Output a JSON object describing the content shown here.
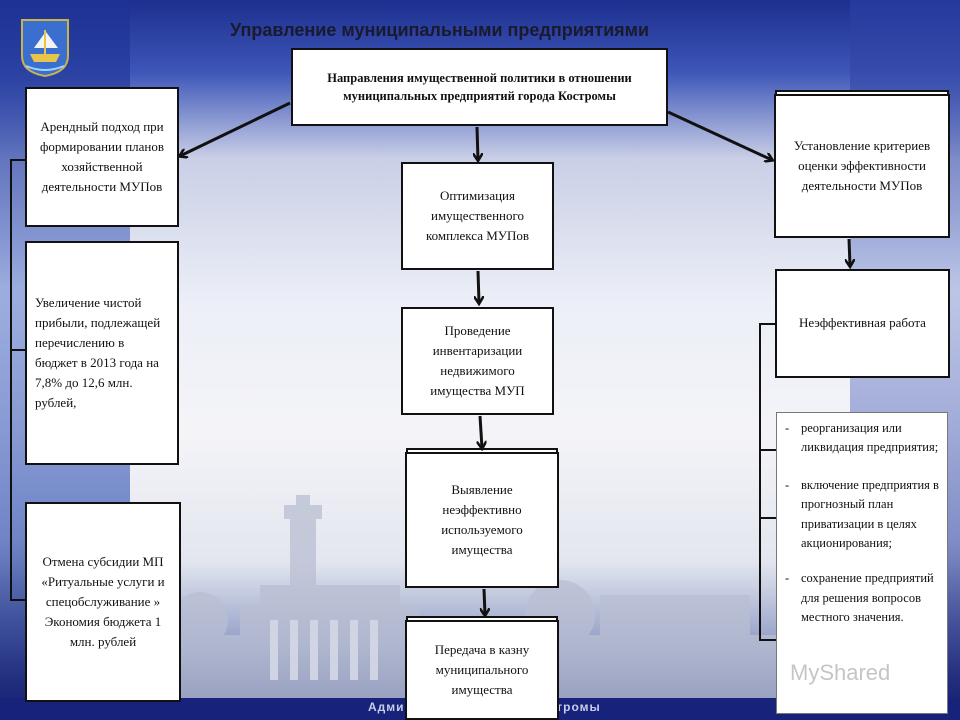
{
  "title": "Управление муниципальными предприятиями",
  "main_box": "Направления имущественной политики в отношении муниципальных предприятий города Костромы",
  "left": {
    "b1": "Арендный подход при формировании планов хозяйственной деятельности МУПов",
    "b2": "Увеличение чистой прибыли, подлежащей перечислению в бюджет в 2013 года на 7,8% до 12,6 млн. рублей,",
    "b3": "Отмена субсидии МП «Ритуальные услуги и спецобслуживание » Экономия бюджета 1 млн. рублей"
  },
  "center": {
    "c1": "Оптимизация имущественного комплекса МУПов",
    "c2": "Проведение инвентаризации недвижимого имущества МУП",
    "c3": "Выявление неэффективно используемого имущества",
    "c4": "Передача в казну муниципального имущества"
  },
  "right": {
    "r1": "Установление критериев оценки эффективности деятельности МУПов",
    "r2": "Неэффективная работа",
    "list": [
      {
        "dash": "-",
        "text": "реорганизация или ликвидация предприятия;"
      },
      {
        "dash": "-",
        "text": "включение предприятия в прогнозный план приватизации в целях акционирования;"
      },
      {
        "dash": "-",
        "text": "сохранение предприятий для решения вопросов местного значения."
      }
    ]
  },
  "footer": "Администрация города Костромы",
  "watermark": "MyShared"
}
